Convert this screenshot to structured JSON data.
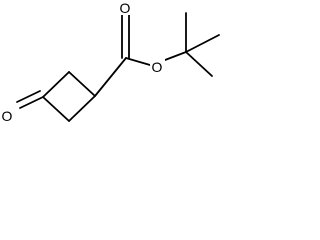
{
  "molecule": {
    "atoms": {
      "ketone_oxygen": "O",
      "carbonyl_oxygen": "O",
      "ester_oxygen": "O"
    }
  }
}
